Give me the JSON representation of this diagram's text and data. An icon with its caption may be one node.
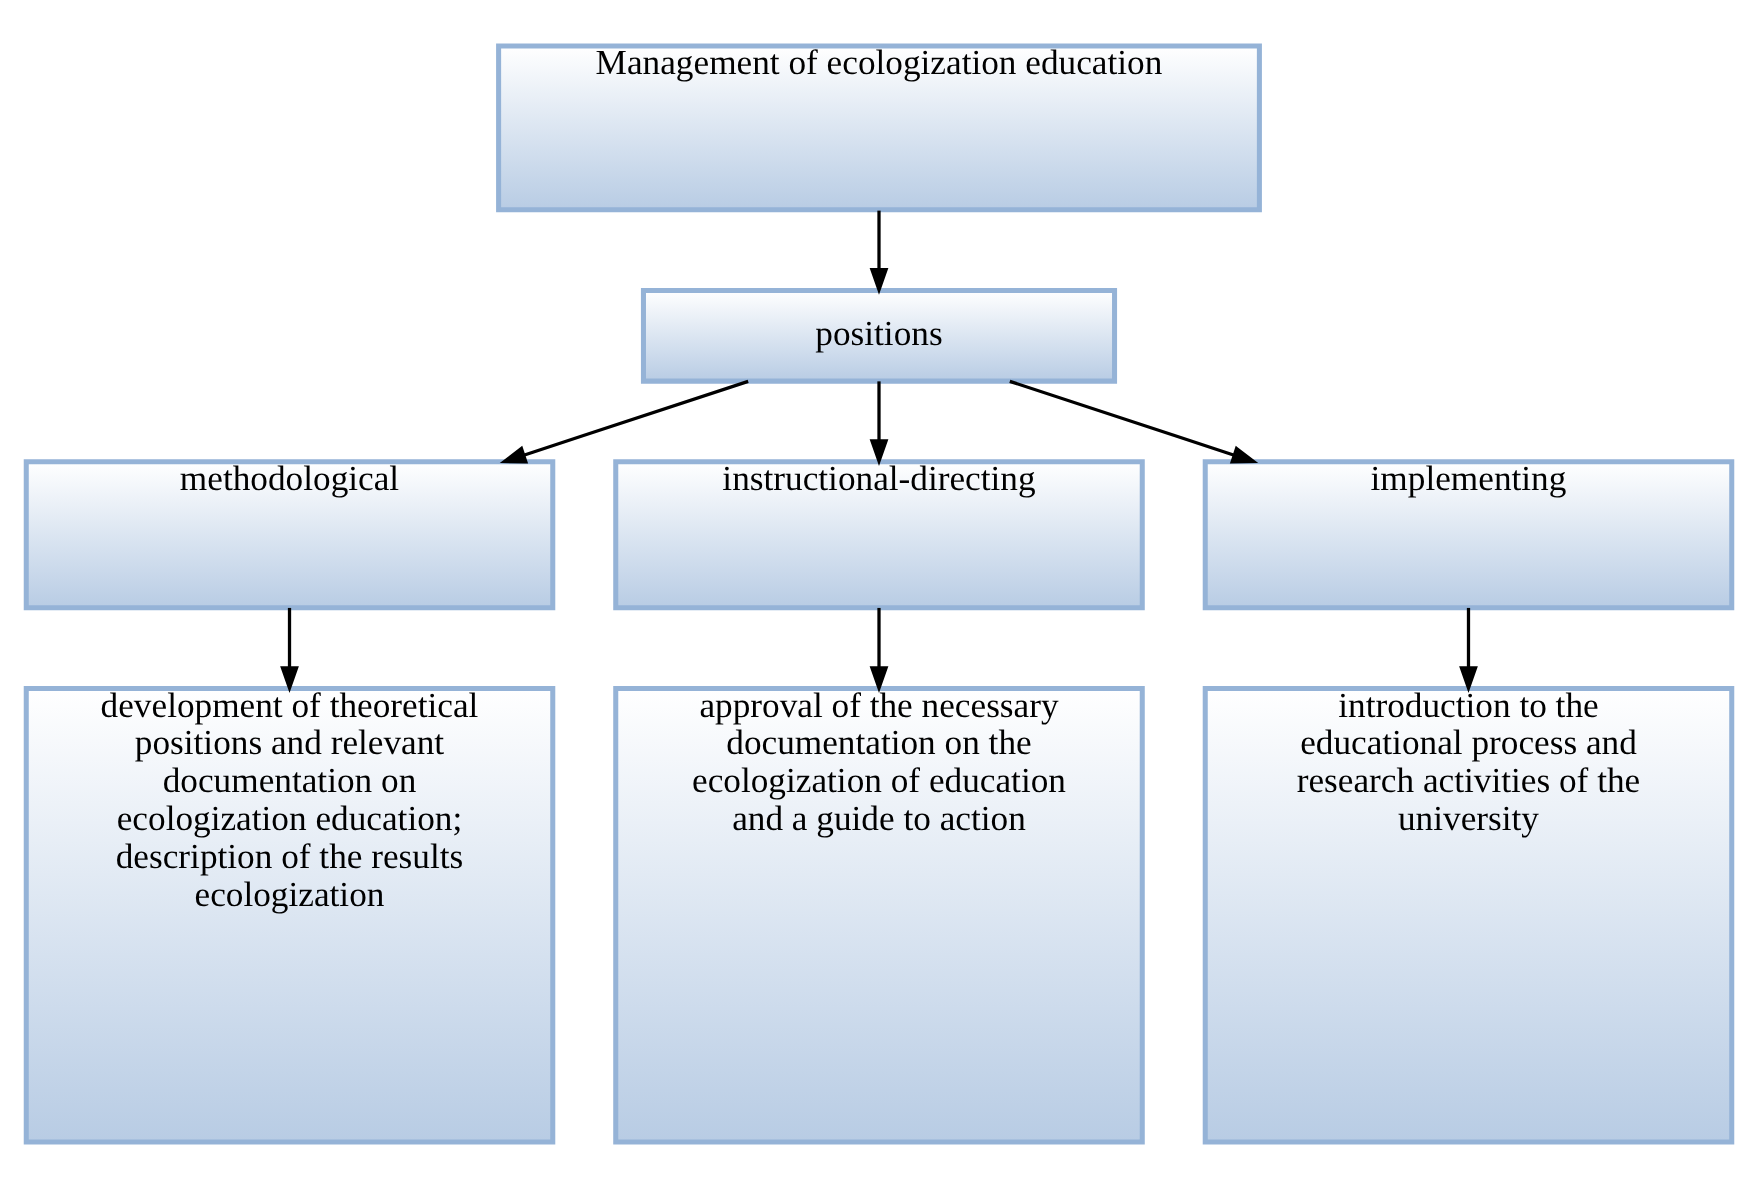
{
  "diagram": {
    "nodes": [
      {
        "text": [
          "Management of ecologization education"
        ]
      },
      {
        "text": [
          "positions"
        ]
      },
      {
        "text": [
          "methodological"
        ]
      },
      {
        "text": [
          "instructional-directing"
        ]
      },
      {
        "text": [
          "implementing"
        ]
      },
      {
        "text": [
          "development of theoretical positions and relevant documentation on ecologization education; description of the results ecologization"
        ]
      },
      {
        "text": [
          "approval of the necessary documentation on the ecologization of education and a guide to action"
        ]
      },
      {
        "text": [
          "introduction to the educational process and research activities of the university"
        ]
      }
    ],
    "edges": [
      {
        "from": 0,
        "to": 1,
        "arrow": "to"
      },
      {
        "from": 1,
        "to": 2,
        "arrow": "to"
      },
      {
        "from": 1,
        "to": 3,
        "arrow": "to"
      },
      {
        "from": 1,
        "to": 4,
        "arrow": "to"
      },
      {
        "from": 2,
        "to": 5,
        "arrow": "to"
      },
      {
        "from": 3,
        "to": 6,
        "arrow": "to"
      },
      {
        "from": 4,
        "to": 7,
        "arrow": "to"
      }
    ]
  }
}
